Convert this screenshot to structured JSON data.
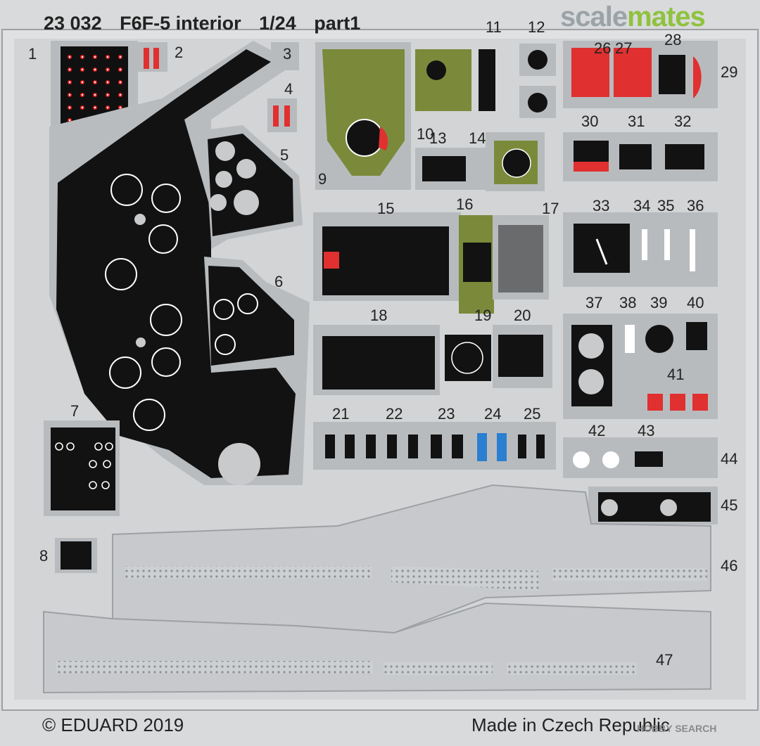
{
  "header": {
    "product_number": "23 032",
    "product_name": "F6F-5 interior",
    "scale": "1/24",
    "sheet_part": "part1"
  },
  "part_numbers": [
    "1",
    "2",
    "3",
    "4",
    "5",
    "6",
    "7",
    "8",
    "9",
    "10",
    "11",
    "12",
    "13",
    "14",
    "15",
    "16",
    "17",
    "18",
    "19",
    "20",
    "21",
    "22",
    "23",
    "24",
    "25",
    "26",
    "27",
    "28",
    "29",
    "30",
    "31",
    "32",
    "33",
    "34",
    "35",
    "36",
    "37",
    "38",
    "39",
    "40",
    "41",
    "42",
    "43",
    "44",
    "45",
    "46",
    "47"
  ],
  "footer": {
    "copyright": "© EDUARD 2019",
    "origin": "Made in Czech Republic"
  },
  "overlay": {
    "logo_part1": "scale",
    "logo_part2": "mates",
    "watermark": "HOBBY SEARCH"
  }
}
